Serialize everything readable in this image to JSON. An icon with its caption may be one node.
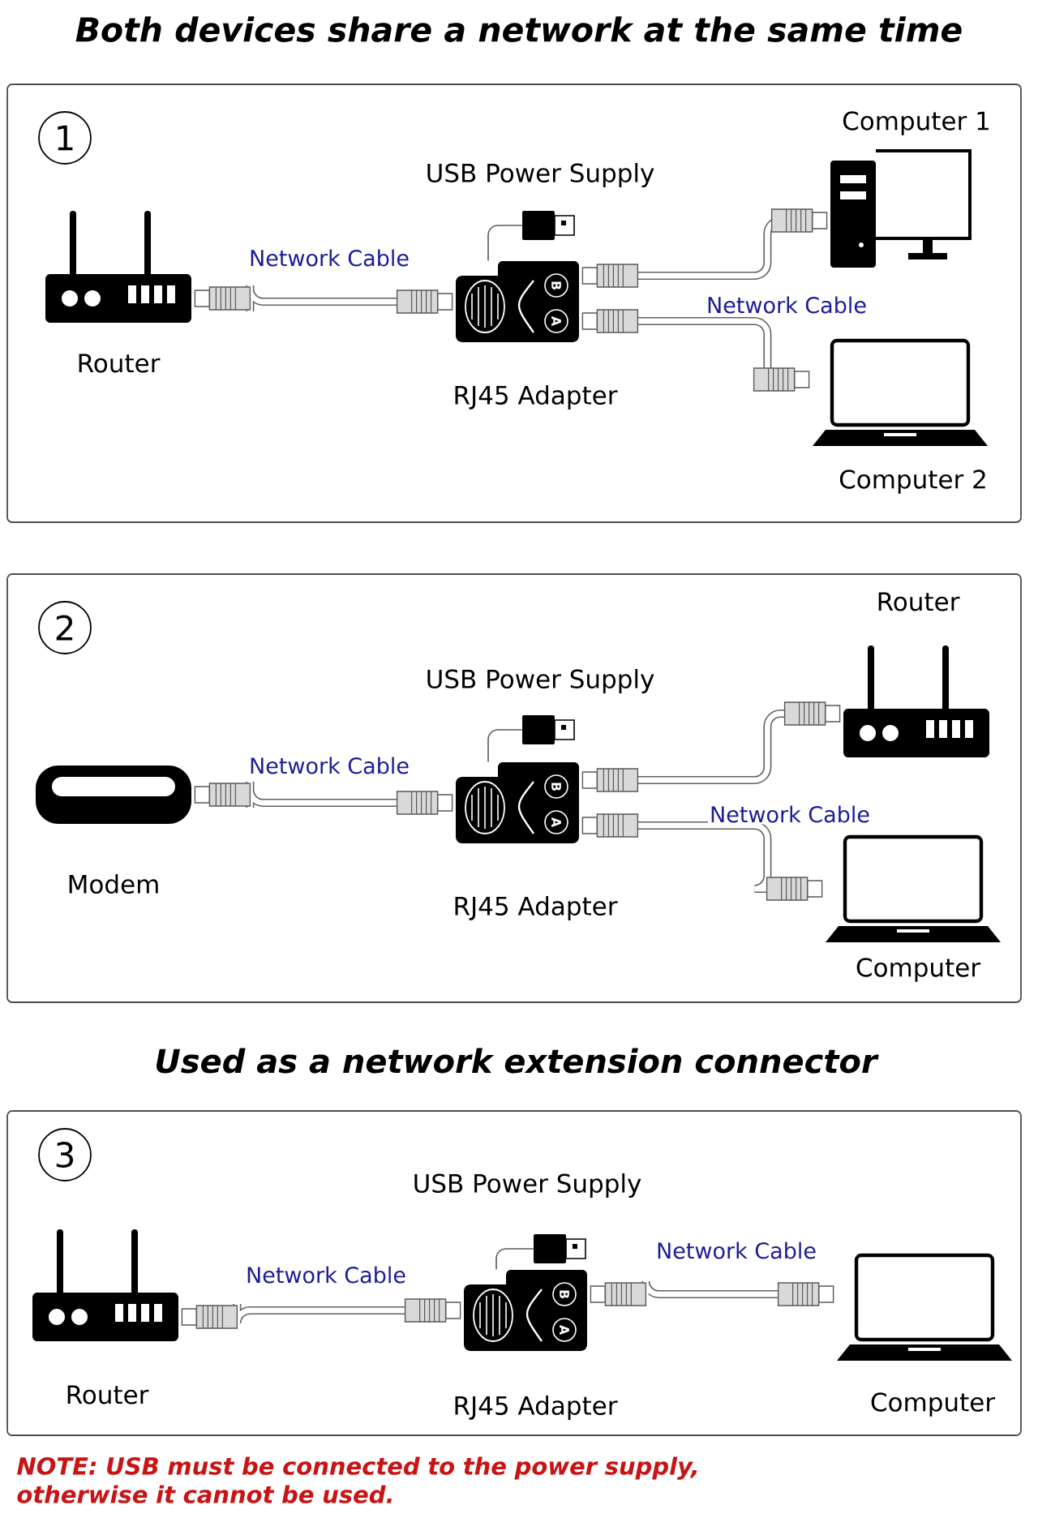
{
  "diagram": {
    "title": "Both devices share a network at the same time",
    "nodes": [
      {
        "text": [],
        "shape": "box"
      },
      {
        "text": [
          "1"
        ],
        "in": 0
      },
      {
        "text": [
          "Router"
        ],
        "in": 0
      },
      {
        "text": [
          "USB Power Supply"
        ],
        "in": 0
      },
      {
        "text": [
          "RJ45 Adapter"
        ],
        "in": 0
      },
      {
        "text": [
          "Computer 1"
        ],
        "in": 0
      },
      {
        "text": [
          "Computer 2"
        ],
        "in": 0
      },
      {
        "text": [],
        "shape": "box"
      },
      {
        "text": [
          "2"
        ],
        "in": 7
      },
      {
        "text": [
          "Modem"
        ],
        "in": 7
      },
      {
        "text": [
          "USB Power Supply"
        ],
        "in": 7
      },
      {
        "text": [
          "RJ45 Adapter"
        ],
        "in": 7
      },
      {
        "text": [
          "Router"
        ],
        "in": 7
      },
      {
        "text": [
          "Computer"
        ],
        "in": 7
      },
      {
        "text": [],
        "shape": "box"
      },
      {
        "text": [
          "3"
        ],
        "in": 14
      },
      {
        "text": [
          "Router"
        ],
        "in": 14
      },
      {
        "text": [
          "USB Power Supply"
        ],
        "in": 14
      },
      {
        "text": [
          "RJ45 Adapter"
        ],
        "in": 14
      },
      {
        "text": [
          "Computer"
        ],
        "in": 14
      }
    ],
    "edges": [
      {
        "from": 2,
        "to": 4,
        "arrow": "none",
        "label": "Network Cable"
      },
      {
        "from": 4,
        "to": 3,
        "arrow": "none"
      },
      {
        "from": 4,
        "to": 5,
        "arrow": "none",
        "label": "Network Cable"
      },
      {
        "from": 4,
        "to": 6,
        "arrow": "none"
      },
      {
        "from": 9,
        "to": 11,
        "arrow": "none",
        "label": "Network Cable"
      },
      {
        "from": 11,
        "to": 10,
        "arrow": "none"
      },
      {
        "from": 11,
        "to": 12,
        "arrow": "none",
        "label": "Network Cable"
      },
      {
        "from": 11,
        "to": 13,
        "arrow": "none"
      },
      {
        "from": 16,
        "to": 18,
        "arrow": "none",
        "label": "Network Cable"
      },
      {
        "from": 18,
        "to": 17,
        "arrow": "none"
      },
      {
        "from": 18,
        "to": 19,
        "arrow": "none",
        "label": "Network Cable"
      }
    ],
    "labels": [
      "B",
      "A",
      "B",
      "A",
      "Used as a network extension connector",
      "B",
      "A",
      "NOTE: USB must be connected to the power supply, otherwise it cannot be used."
    ]
  }
}
